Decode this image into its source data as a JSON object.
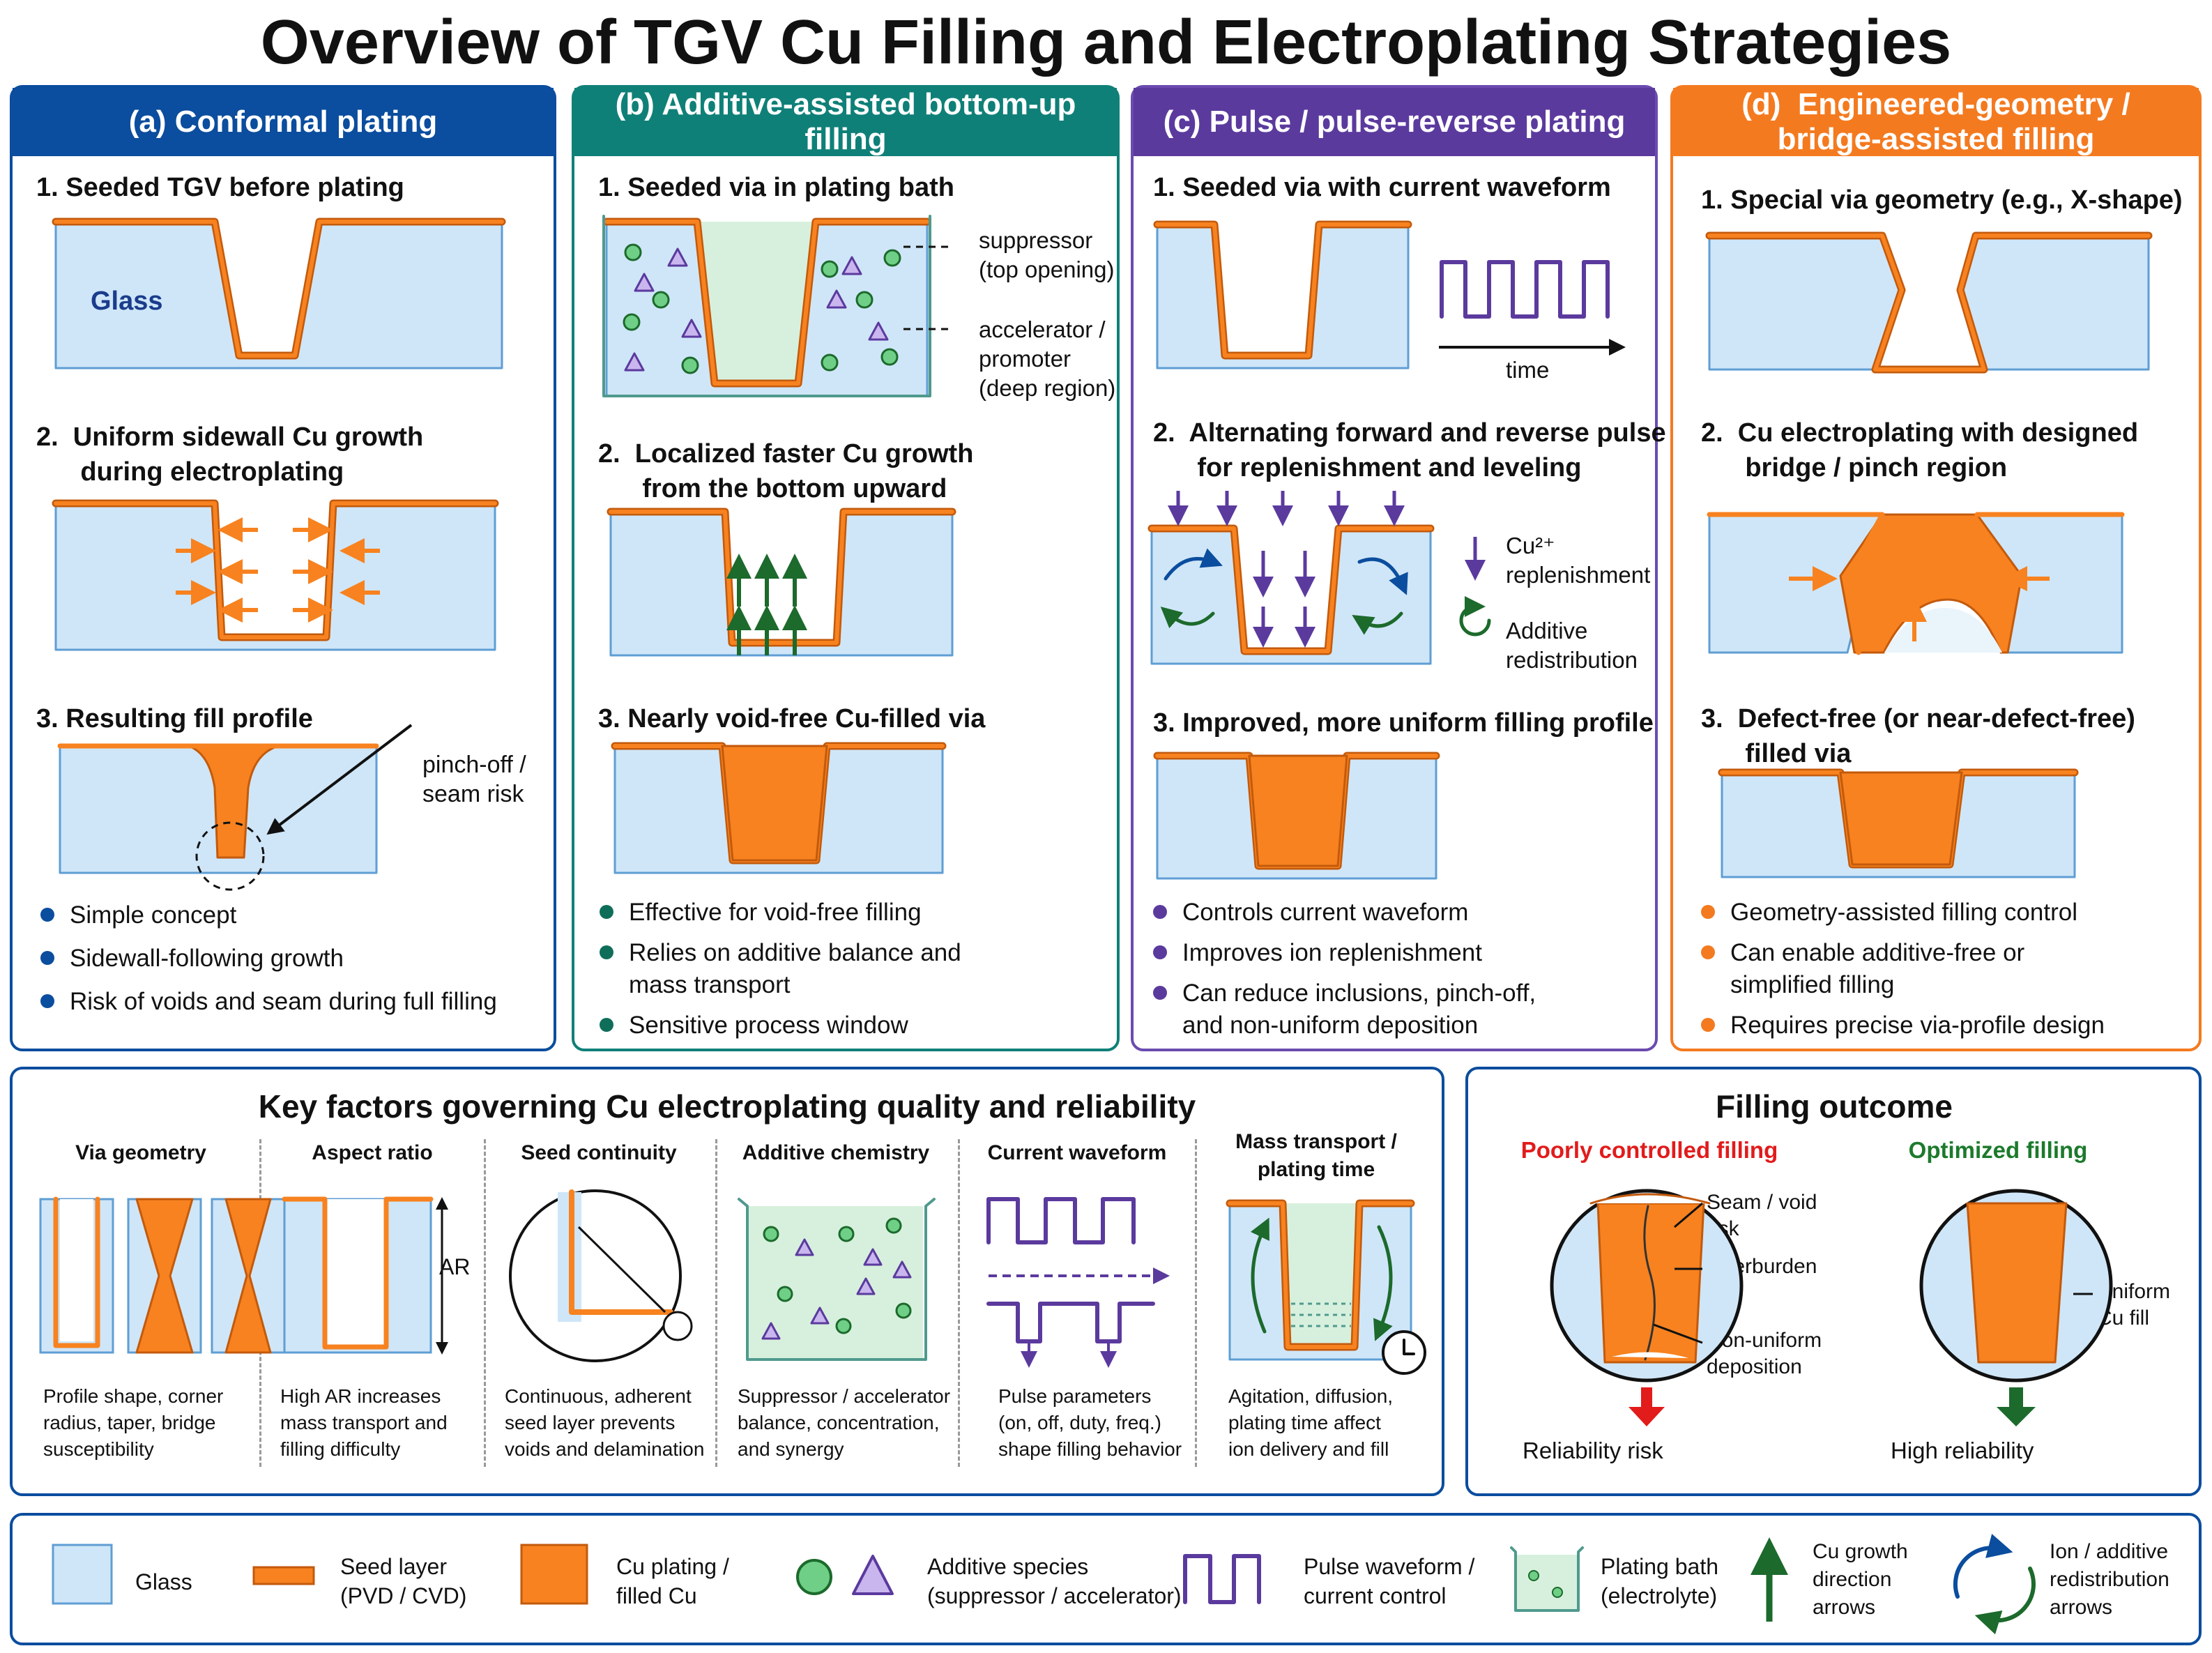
{
  "title": "Overview of TGV Cu Filling and Electroplating Strategies",
  "colors": {
    "glass": "#cfe6f8",
    "glass_border": "#5f9ed4",
    "copper": "#f7821f",
    "copper_dark": "#c35a0c",
    "bath": "#d7f0dd",
    "panel_a": "#0b4d9e",
    "panel_b": "#0f8078",
    "panel_c": "#5b3a9e",
    "panel_d": "#f47a20",
    "purple": "#5b3a9e",
    "green_arrow": "#1c6a2c",
    "red_arrow": "#e21b1b"
  },
  "panels": {
    "a": {
      "header": "(a) Conformal plating",
      "step1": "1.  Seeded TGV before plating",
      "glass_label": "Glass",
      "step2": "2.  Uniform sidewall Cu growth\n      during electroplating",
      "step3": "3.  Resulting fill profile",
      "callout": "pinch-off /\nseam risk",
      "bullets": [
        "Simple concept",
        "Sidewall-following growth",
        "Risk of voids and seam during full filling"
      ]
    },
    "b": {
      "header": "(b)  Additive-assisted bottom-up filling",
      "step1": "1.  Seeded via in plating bath",
      "suppressor": "suppressor\n(top opening)",
      "accelerator": "accelerator /\npromoter\n(deep region)",
      "step2": "2.  Localized faster Cu growth\n      from the bottom upward",
      "step3": "3.  Nearly void-free Cu-filled via",
      "bullets": [
        "Effective for void-free filling",
        "Relies on additive balance and\nmass transport",
        "Sensitive process window"
      ]
    },
    "c": {
      "header": "(c)  Pulse / pulse-reverse plating",
      "step1": "1.  Seeded via with current waveform",
      "time": "time",
      "step2": "2.  Alternating forward and reverse pulse\n      for replenishment and leveling",
      "cu_label": "Cu²⁺\nreplenishment",
      "additive_label": "Additive\nredistribution",
      "step3": "3.  Improved, more uniform filling profile",
      "bullets": [
        "Controls current waveform",
        "Improves ion replenishment",
        "Can reduce inclusions, pinch-off,\nand non-uniform deposition"
      ]
    },
    "d": {
      "header": "(d)  Engineered-geometry /\nbridge-assisted filling",
      "step1": "1.  Special via geometry (e.g., X-shape)",
      "step2": "2.  Cu electroplating with designed\n      bridge / pinch region",
      "step3": "3.  Defect-free (or near-defect-free)\n      filled via",
      "bullets": [
        "Geometry-assisted filling control",
        "Can enable additive-free or\nsimplified filling",
        "Requires precise via-profile design"
      ]
    }
  },
  "key_factors": {
    "title": "Key factors governing Cu electroplating quality and reliability",
    "columns": [
      {
        "title": "Via geometry",
        "desc": "Profile shape, corner\nradius, taper, bridge\nsusceptibility"
      },
      {
        "title": "Aspect ratio",
        "desc": "High AR increases\nmass transport and\nfilling difficulty"
      },
      {
        "title": "Seed continuity",
        "desc": "Continuous, adherent\nseed layer prevents\nvoids and delamination"
      },
      {
        "title": "Additive chemistry",
        "desc": "Suppressor / accelerator\nbalance, concentration,\nand synergy"
      },
      {
        "title": "Current waveform",
        "desc": "Pulse parameters\n(on, off, duty, freq.)\nshape filling behavior"
      },
      {
        "title": "Mass transport /\nplating time",
        "desc": "Agitation, diffusion,\nplating time affect\nion delivery and fill"
      }
    ],
    "ar_label": "AR"
  },
  "filling_outcome": {
    "title": "Filling outcome",
    "poor_title": "Poorly controlled filling",
    "opt_title": "Optimized filling",
    "seam": "Seam / void\nrisk",
    "overburden": "Overburden\nrisk",
    "nonuniform": "Non-uniform\ndeposition",
    "uniform": "Uniform\nCu fill",
    "risk": "Reliability risk",
    "reliable": "High reliability"
  },
  "legend": [
    {
      "label": "Glass"
    },
    {
      "label": "Seed layer\n(PVD / CVD)"
    },
    {
      "label": "Cu plating /\nfilled Cu"
    },
    {
      "label": "Additive species\n(suppressor / accelerator)"
    },
    {
      "label": "Pulse waveform /\ncurrent control"
    },
    {
      "label": "Plating bath\n(electrolyte)"
    },
    {
      "label": "Cu growth\ndirection\narrows"
    },
    {
      "label": "Ion / additive\nredistribution\narrows"
    }
  ]
}
